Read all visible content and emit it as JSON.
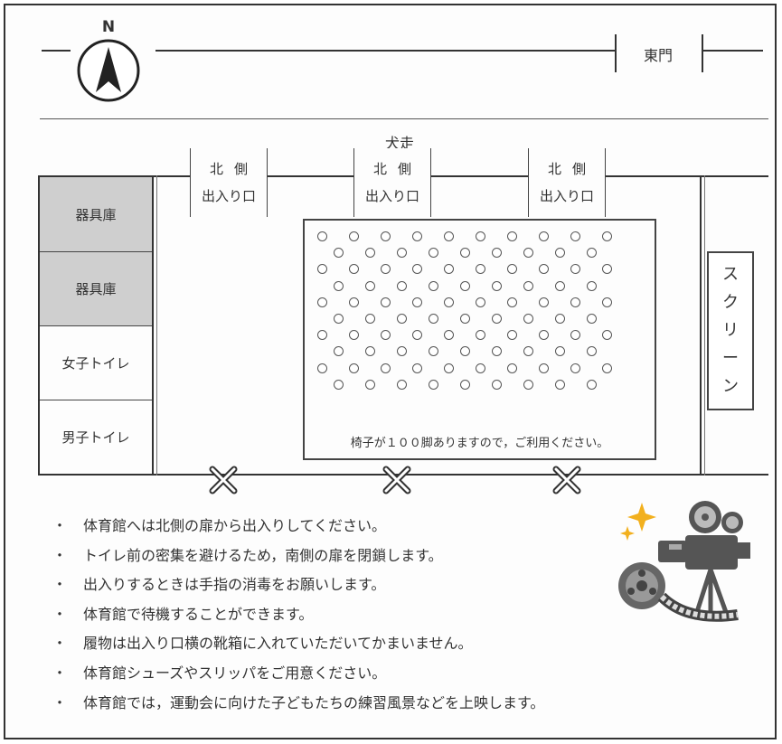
{
  "compass": {
    "letter": "N",
    "icon": "north-arrow-icon"
  },
  "gates": {
    "east_gate": "東門"
  },
  "map": {
    "top_label": "犬走",
    "rooms": [
      {
        "label": "器具庫",
        "shaded": true
      },
      {
        "label": "器具庫",
        "shaded": true
      },
      {
        "label": "女子トイレ",
        "shaded": false
      },
      {
        "label": "男子トイレ",
        "shaded": false
      }
    ],
    "entrances": [
      {
        "line1": "北側",
        "line2": "出入り口"
      },
      {
        "line1": "北側",
        "line2": "出入り口"
      },
      {
        "line1": "北側",
        "line2": "出入り口"
      }
    ],
    "seating": {
      "note": "椅子が１００脚ありますので，ご利用ください。",
      "chair_count": 100,
      "rows": [
        10,
        9,
        10,
        9,
        10,
        9,
        10,
        9,
        10,
        9
      ]
    },
    "screen_label": [
      "ス",
      "ク",
      "リ",
      "ー",
      "ン"
    ],
    "closed_doors": {
      "count": 3,
      "icon": "closed-x-icon"
    }
  },
  "notes": [
    "体育館へは北側の扉から出入りしてください。",
    "トイレ前の密集を避けるため，南側の扉を閉鎖します。",
    "出入りするときは手指の消毒をお願いします。",
    "体育館で待機することができます。",
    "履物は出入り口横の靴箱に入れていただいてかまいません。",
    "体育館シューズやスリッパをご用意ください。",
    "体育館では，運動会に向けた子どもたちの練習風景などを上映します。"
  ],
  "bullet": "・",
  "illustration": {
    "icon": "movie-projector-icon"
  },
  "colors": {
    "line": "#333333",
    "room_shade": "#cfcfcf",
    "projector": "#555555",
    "sparkle": "#f2b01e"
  }
}
